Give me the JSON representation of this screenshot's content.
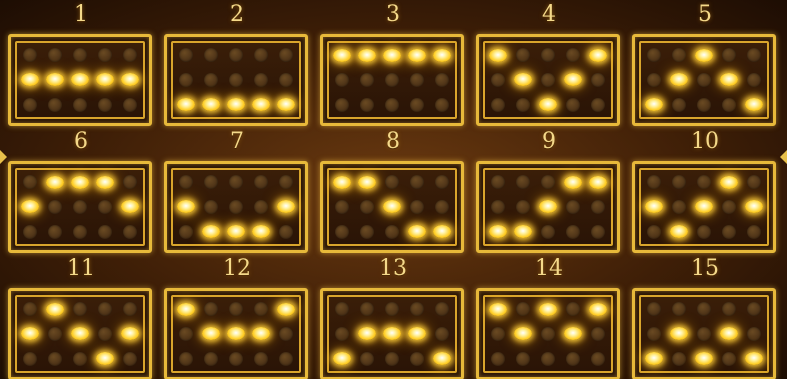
{
  "paylines": [
    {
      "number": "1",
      "pattern": [
        [
          0,
          0,
          0,
          0,
          0
        ],
        [
          1,
          1,
          1,
          1,
          1
        ],
        [
          0,
          0,
          0,
          0,
          0
        ]
      ]
    },
    {
      "number": "2",
      "pattern": [
        [
          0,
          0,
          0,
          0,
          0
        ],
        [
          0,
          0,
          0,
          0,
          0
        ],
        [
          1,
          1,
          1,
          1,
          1
        ]
      ]
    },
    {
      "number": "3",
      "pattern": [
        [
          1,
          1,
          1,
          1,
          1
        ],
        [
          0,
          0,
          0,
          0,
          0
        ],
        [
          0,
          0,
          0,
          0,
          0
        ]
      ]
    },
    {
      "number": "4",
      "pattern": [
        [
          1,
          0,
          0,
          0,
          1
        ],
        [
          0,
          1,
          0,
          1,
          0
        ],
        [
          0,
          0,
          1,
          0,
          0
        ]
      ]
    },
    {
      "number": "5",
      "pattern": [
        [
          0,
          0,
          1,
          0,
          0
        ],
        [
          0,
          1,
          0,
          1,
          0
        ],
        [
          1,
          0,
          0,
          0,
          1
        ]
      ]
    },
    {
      "number": "6",
      "pattern": [
        [
          0,
          1,
          1,
          1,
          0
        ],
        [
          1,
          0,
          0,
          0,
          1
        ],
        [
          0,
          0,
          0,
          0,
          0
        ]
      ]
    },
    {
      "number": "7",
      "pattern": [
        [
          0,
          0,
          0,
          0,
          0
        ],
        [
          1,
          0,
          0,
          0,
          1
        ],
        [
          0,
          1,
          1,
          1,
          0
        ]
      ]
    },
    {
      "number": "8",
      "pattern": [
        [
          1,
          1,
          0,
          0,
          0
        ],
        [
          0,
          0,
          1,
          0,
          0
        ],
        [
          0,
          0,
          0,
          1,
          1
        ]
      ]
    },
    {
      "number": "9",
      "pattern": [
        [
          0,
          0,
          0,
          1,
          1
        ],
        [
          0,
          0,
          1,
          0,
          0
        ],
        [
          1,
          1,
          0,
          0,
          0
        ]
      ]
    },
    {
      "number": "10",
      "pattern": [
        [
          0,
          0,
          0,
          1,
          0
        ],
        [
          1,
          0,
          1,
          0,
          1
        ],
        [
          0,
          1,
          0,
          0,
          0
        ]
      ]
    },
    {
      "number": "11",
      "pattern": [
        [
          0,
          1,
          0,
          0,
          0
        ],
        [
          1,
          0,
          1,
          0,
          1
        ],
        [
          0,
          0,
          0,
          1,
          0
        ]
      ]
    },
    {
      "number": "12",
      "pattern": [
        [
          1,
          0,
          0,
          0,
          1
        ],
        [
          0,
          1,
          1,
          1,
          0
        ],
        [
          0,
          0,
          0,
          0,
          0
        ]
      ]
    },
    {
      "number": "13",
      "pattern": [
        [
          0,
          0,
          0,
          0,
          0
        ],
        [
          0,
          1,
          1,
          1,
          0
        ],
        [
          1,
          0,
          0,
          0,
          1
        ]
      ]
    },
    {
      "number": "14",
      "pattern": [
        [
          1,
          0,
          1,
          0,
          1
        ],
        [
          0,
          1,
          0,
          1,
          0
        ],
        [
          0,
          0,
          0,
          0,
          0
        ]
      ]
    },
    {
      "number": "15",
      "pattern": [
        [
          0,
          0,
          0,
          0,
          0
        ],
        [
          0,
          1,
          0,
          1,
          0
        ],
        [
          1,
          0,
          1,
          0,
          1
        ]
      ]
    }
  ],
  "colors": {
    "frame": "#e7b93a",
    "light_on": "#ffd02a",
    "light_off": "#4a3016",
    "number": "#f4d98a",
    "background": "#3f1f07"
  },
  "icons": {
    "left_edge": "caret-left-icon",
    "right_edge": "caret-right-icon"
  }
}
